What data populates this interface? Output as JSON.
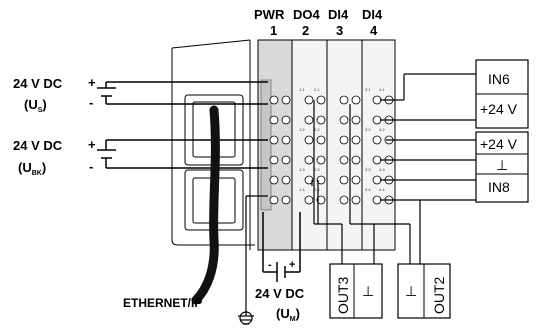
{
  "headers": {
    "top": [
      "PWR",
      "DO4",
      "DI4",
      "DI4"
    ],
    "nums": [
      "1",
      "2",
      "3",
      "4"
    ]
  },
  "supplies": {
    "us_voltage": "24 V DC",
    "us_sym": "U",
    "us_sub": "S",
    "ubk_voltage": "24 V DC",
    "ubk_sym": "U",
    "ubk_sub": "BK",
    "um_voltage": "24 V DC",
    "um_sym": "U",
    "um_sub": "M"
  },
  "polarity": {
    "plus": "+",
    "minus": "-"
  },
  "network_label": "ETHERNET/IP",
  "boxes": {
    "in6": "IN6",
    "plus24_a": "+24 V",
    "plus24_b": "+24 V",
    "ground_sym": "⊥",
    "in8": "IN8",
    "out3": "OUT3",
    "out2": "OUT2"
  },
  "terminal_labels": [
    "1.1",
    "2.1",
    "1.2",
    "2.2",
    "1.3",
    "2.3",
    "1.4",
    "2.4",
    "3.1",
    "4.1",
    "3.2",
    "4.2",
    "3.3",
    "4.3",
    "3.4",
    "4.4"
  ]
}
